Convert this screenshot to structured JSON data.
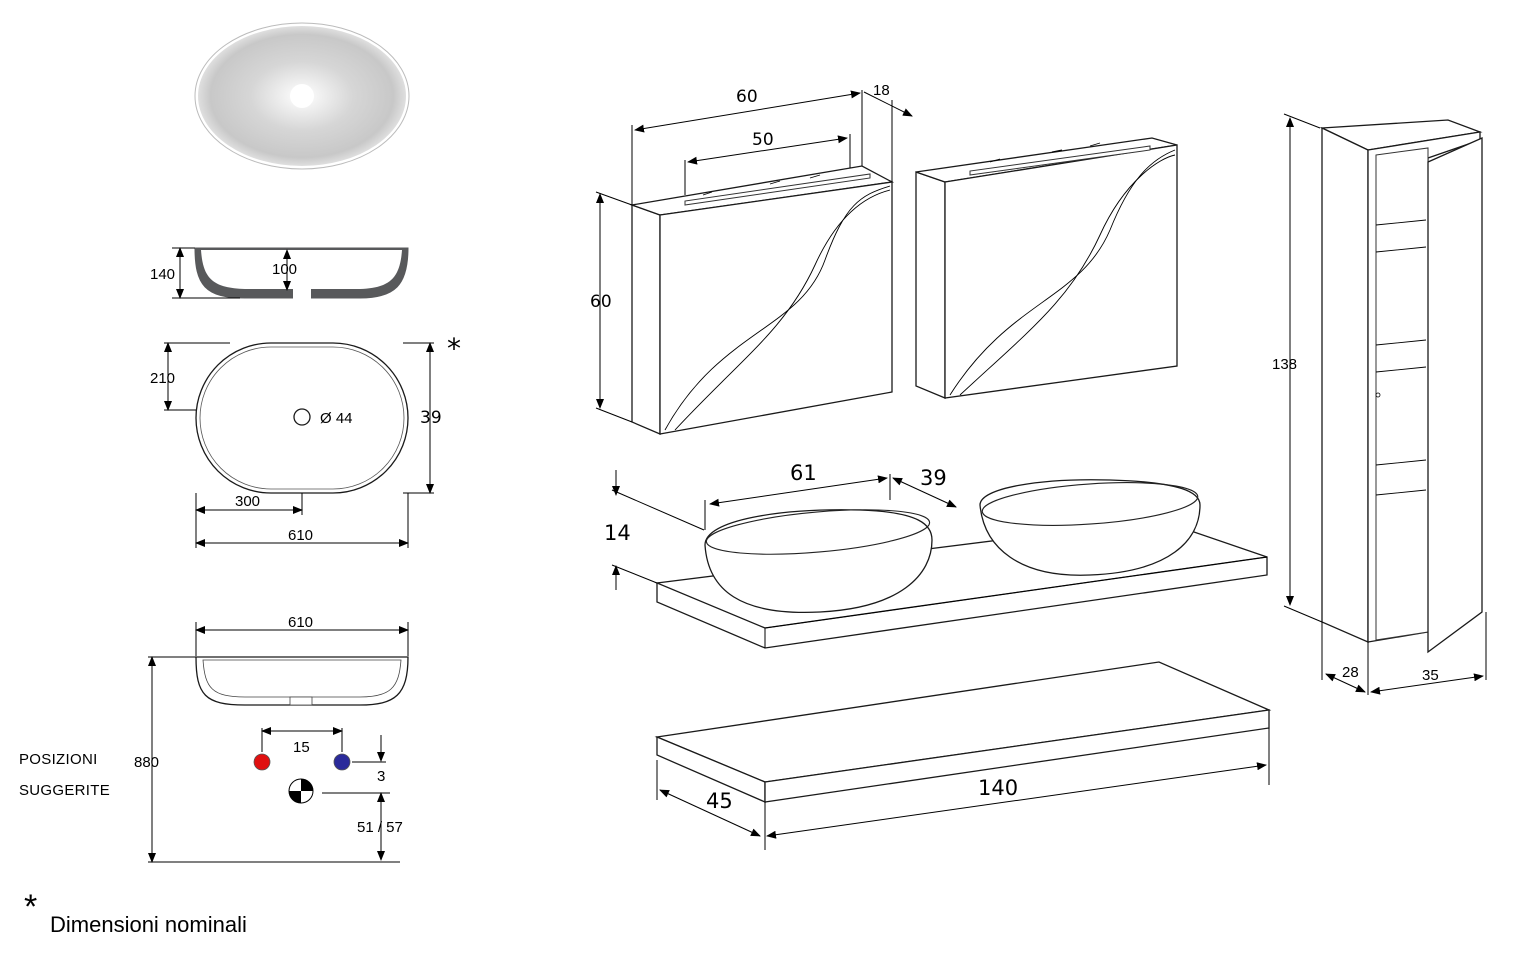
{
  "basin": {
    "dims": {
      "depth": "140",
      "inner_depth": "100",
      "half_width": "210",
      "drain_dia": "Ø 44",
      "depth_cm": "39",
      "drain_offset": "300",
      "width": "610",
      "asterisk": "*"
    },
    "install": {
      "width": "610",
      "height": "880",
      "tap_spacing": "15",
      "gap": "3",
      "drain_height": "51 / 57",
      "label_line1": "POSIZIONI",
      "label_line2": "SUGGERITE"
    }
  },
  "mirrors": {
    "width": "60",
    "light_width": "50",
    "depth": "18",
    "height": "60"
  },
  "top_with_basins": {
    "basin_width": "61",
    "basin_depth": "39",
    "height": "14"
  },
  "top_plain": {
    "length": "140",
    "depth": "45"
  },
  "column": {
    "height": "138",
    "depth": "28",
    "width": "35"
  },
  "note": {
    "symbol": "*",
    "text": "Dimensioni nominali"
  },
  "colors": {
    "hot_dot": "#e01010",
    "cold_dot": "#2a2a9a",
    "line": "#000000"
  }
}
